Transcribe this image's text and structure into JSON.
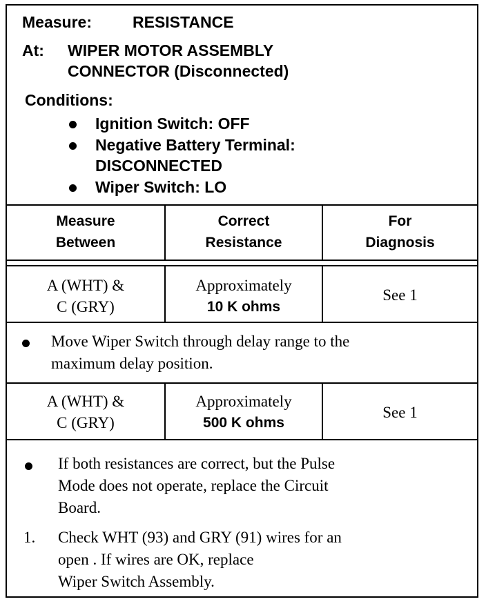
{
  "header": {
    "measure_label": "Measure:",
    "measure_value": "RESISTANCE",
    "at_label": "At:",
    "at_value_line1": "WIPER MOTOR ASSEMBLY",
    "at_value_line2": "CONNECTOR (Disconnected)",
    "conditions_label": "Conditions:",
    "conditions": [
      {
        "line1": "Ignition Switch: OFF"
      },
      {
        "line1": "Negative Battery Terminal:",
        "line2": "DISCONNECTED"
      },
      {
        "line1": "Wiper Switch: LO"
      }
    ]
  },
  "table": {
    "columns": [
      {
        "line1": "Measure",
        "line2": "Between"
      },
      {
        "line1": "Correct",
        "line2": "Resistance"
      },
      {
        "line1": "For",
        "line2": "Diagnosis"
      }
    ],
    "rows": [
      {
        "between_line1": "A (WHT) &",
        "between_line2": "C (GRY)",
        "resistance_line1": "Approximately",
        "resistance_line2": "10 K ohms",
        "diagnosis": "See 1"
      },
      {
        "between_line1": "A (WHT) &",
        "between_line2": "C (GRY)",
        "resistance_line1": "Approximately",
        "resistance_line2": "500 K ohms",
        "diagnosis": "See 1"
      }
    ],
    "intermediate_note": {
      "line1": "Move Wiper Switch through delay range to the",
      "line2": "maximum delay position."
    }
  },
  "notes": {
    "bullet": {
      "line1": "If both resistances are correct, but the Pulse",
      "line2": "Mode does not operate, replace the Circuit",
      "line3": "Board."
    },
    "numbered": {
      "number": "1.",
      "line1": "Check WHT (93) and GRY (91) wires for an",
      "line2": "open . If wires are OK, replace",
      "line3": "Wiper Switch Assembly."
    }
  }
}
